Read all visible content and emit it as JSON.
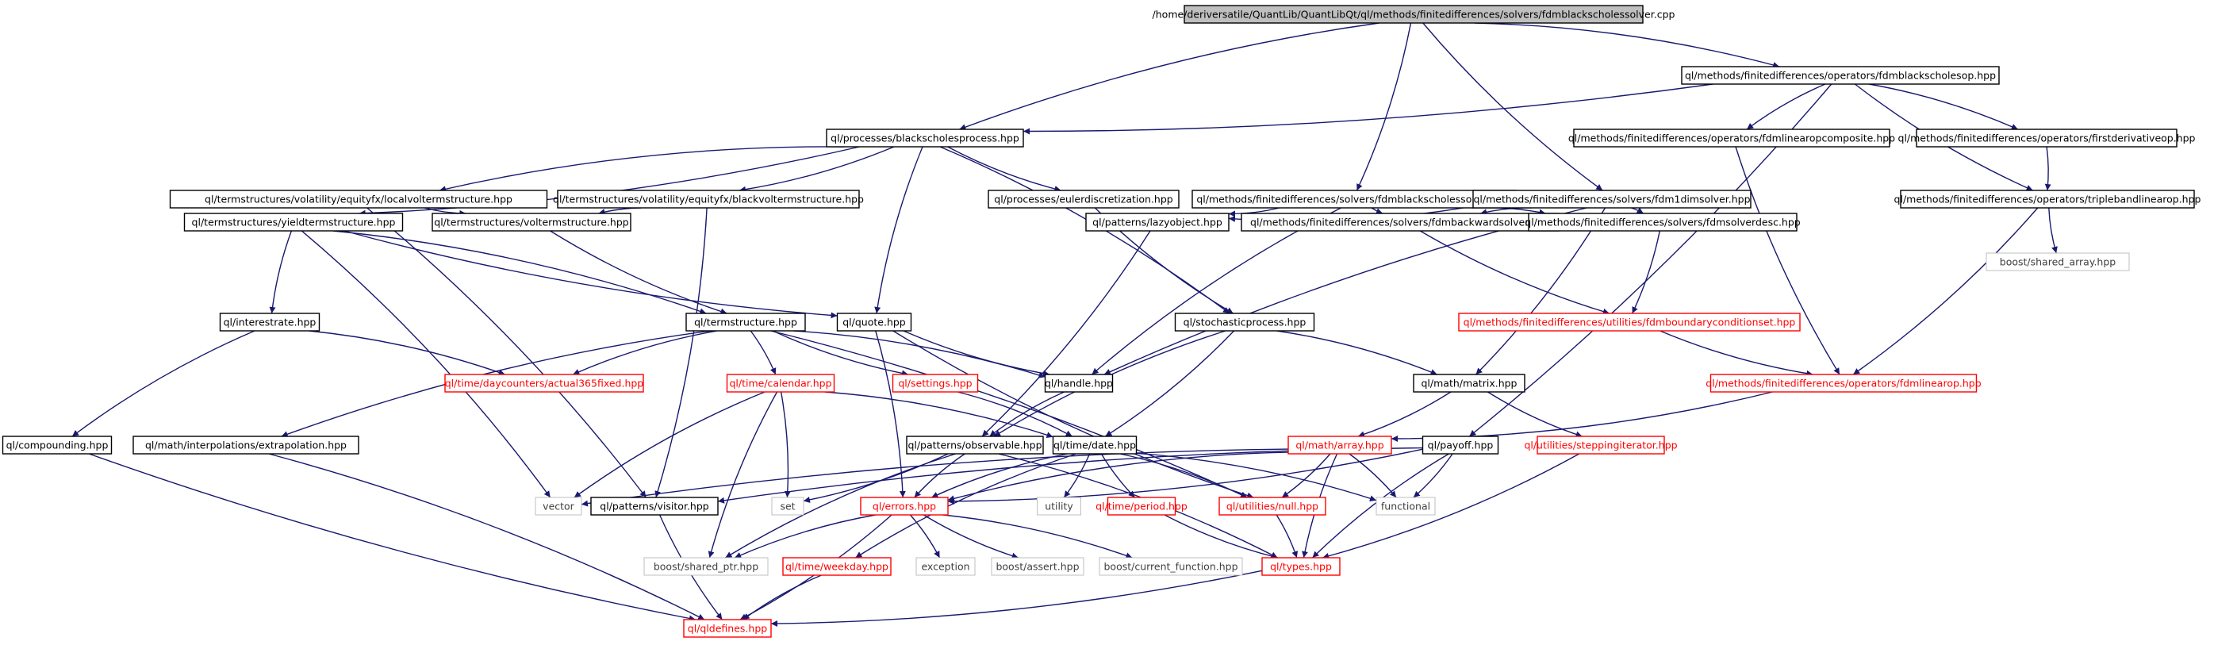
{
  "colors": {
    "edge": "#191970",
    "doc_border": "#000000",
    "incomplete_border": "#ff0000",
    "external_border": "#bfbfbf",
    "root_fill": "#bfbfbf"
  },
  "nodes": [
    {
      "id": "root",
      "label": "/home/deriversatile/QuantLib/QuantLibQt/ql/methods/finitedifferences/solvers/fdmblackscholessolver.cpp",
      "kind": "root"
    },
    {
      "id": "fdmbsop",
      "label": "ql/methods/finitedifferences/operators/fdmblackscholesop.hpp",
      "kind": "doc"
    },
    {
      "id": "bsproc",
      "label": "ql/processes/blackscholesprocess.hpp",
      "kind": "doc"
    },
    {
      "id": "fdmlinopcomp",
      "label": "ql/methods/finitedifferences/operators/fdmlinearopcomposite.hpp",
      "kind": "doc"
    },
    {
      "id": "firstderiv",
      "label": "ql/methods/finitedifferences/operators/firstderivativeop.hpp",
      "kind": "doc"
    },
    {
      "id": "localvol",
      "label": "ql/termstructures/volatility/equityfx/localvoltermstructure.hpp",
      "kind": "doc"
    },
    {
      "id": "blackvol",
      "label": "ql/termstructures/volatility/equityfx/blackvoltermstructure.hpp",
      "kind": "doc"
    },
    {
      "id": "euler",
      "label": "ql/processes/eulerdiscretization.hpp",
      "kind": "doc"
    },
    {
      "id": "fdmbssolver",
      "label": "ql/methods/finitedifferences/solvers/fdmblackscholessolver.hpp",
      "kind": "doc"
    },
    {
      "id": "fdm1d",
      "label": "ql/methods/finitedifferences/solvers/fdm1dimsolver.hpp",
      "kind": "doc"
    },
    {
      "id": "triband",
      "label": "ql/methods/finitedifferences/operators/triplebandlinearop.hpp",
      "kind": "doc"
    },
    {
      "id": "yieldts",
      "label": "ql/termstructures/yieldtermstructure.hpp",
      "kind": "doc"
    },
    {
      "id": "volts",
      "label": "ql/termstructures/voltermstructure.hpp",
      "kind": "doc"
    },
    {
      "id": "lazy",
      "label": "ql/patterns/lazyobject.hpp",
      "kind": "doc"
    },
    {
      "id": "backward",
      "label": "ql/methods/finitedifferences/solvers/fdmbackwardsolver.hpp",
      "kind": "doc"
    },
    {
      "id": "solverdesc",
      "label": "ql/methods/finitedifferences/solvers/fdmsolverdesc.hpp",
      "kind": "doc"
    },
    {
      "id": "sharedarray",
      "label": "boost/shared_array.hpp",
      "kind": "ext"
    },
    {
      "id": "interestrate",
      "label": "ql/interestrate.hpp",
      "kind": "doc"
    },
    {
      "id": "termstruct",
      "label": "ql/termstructure.hpp",
      "kind": "doc"
    },
    {
      "id": "quote",
      "label": "ql/quote.hpp",
      "kind": "doc"
    },
    {
      "id": "stochproc",
      "label": "ql/stochasticprocess.hpp",
      "kind": "doc"
    },
    {
      "id": "bcset",
      "label": "ql/methods/finitedifferences/utilities/fdmboundaryconditionset.hpp",
      "kind": "red"
    },
    {
      "id": "act365",
      "label": "ql/time/daycounters/actual365fixed.hpp",
      "kind": "red"
    },
    {
      "id": "calendar",
      "label": "ql/time/calendar.hpp",
      "kind": "red"
    },
    {
      "id": "settings",
      "label": "ql/settings.hpp",
      "kind": "red"
    },
    {
      "id": "handle",
      "label": "ql/handle.hpp",
      "kind": "doc"
    },
    {
      "id": "matrix",
      "label": "ql/math/matrix.hpp",
      "kind": "doc"
    },
    {
      "id": "fdmlinop",
      "label": "ql/methods/finitedifferences/operators/fdmlinearop.hpp",
      "kind": "red"
    },
    {
      "id": "compounding",
      "label": "ql/compounding.hpp",
      "kind": "doc"
    },
    {
      "id": "extrap",
      "label": "ql/math/interpolations/extrapolation.hpp",
      "kind": "doc"
    },
    {
      "id": "observable",
      "label": "ql/patterns/observable.hpp",
      "kind": "doc"
    },
    {
      "id": "date",
      "label": "ql/time/date.hpp",
      "kind": "doc"
    },
    {
      "id": "array",
      "label": "ql/math/array.hpp",
      "kind": "red"
    },
    {
      "id": "payoff",
      "label": "ql/payoff.hpp",
      "kind": "doc"
    },
    {
      "id": "stepiter",
      "label": "ql/utilities/steppingiterator.hpp",
      "kind": "red"
    },
    {
      "id": "vector",
      "label": "vector",
      "kind": "ext"
    },
    {
      "id": "visitor",
      "label": "ql/patterns/visitor.hpp",
      "kind": "doc"
    },
    {
      "id": "set",
      "label": "set",
      "kind": "ext"
    },
    {
      "id": "errors",
      "label": "ql/errors.hpp",
      "kind": "red"
    },
    {
      "id": "utility",
      "label": "utility",
      "kind": "ext"
    },
    {
      "id": "period",
      "label": "ql/time/period.hpp",
      "kind": "red"
    },
    {
      "id": "null",
      "label": "ql/utilities/null.hpp",
      "kind": "red"
    },
    {
      "id": "functional",
      "label": "functional",
      "kind": "ext"
    },
    {
      "id": "sharedptr",
      "label": "boost/shared_ptr.hpp",
      "kind": "ext"
    },
    {
      "id": "weekday",
      "label": "ql/time/weekday.hpp",
      "kind": "red"
    },
    {
      "id": "exception",
      "label": "exception",
      "kind": "ext"
    },
    {
      "id": "assert",
      "label": "boost/assert.hpp",
      "kind": "ext"
    },
    {
      "id": "curfunc",
      "label": "boost/current_function.hpp",
      "kind": "ext"
    },
    {
      "id": "types",
      "label": "ql/types.hpp",
      "kind": "red"
    },
    {
      "id": "qldefines",
      "label": "ql/qldefines.hpp",
      "kind": "red"
    }
  ],
  "edges": [
    [
      "root",
      "fdmbsop"
    ],
    [
      "root",
      "bsproc"
    ],
    [
      "root",
      "fdmbssolver"
    ],
    [
      "root",
      "fdm1d"
    ],
    [
      "fdmbsop",
      "bsproc"
    ],
    [
      "fdmbsop",
      "fdmlinopcomp"
    ],
    [
      "fdmbsop",
      "firstderiv"
    ],
    [
      "fdmbsop",
      "triband"
    ],
    [
      "fdmbsop",
      "payoff"
    ],
    [
      "bsproc",
      "localvol"
    ],
    [
      "bsproc",
      "blackvol"
    ],
    [
      "bsproc",
      "euler"
    ],
    [
      "bsproc",
      "yieldts"
    ],
    [
      "bsproc",
      "quote"
    ],
    [
      "bsproc",
      "stochproc"
    ],
    [
      "fdmlinopcomp",
      "fdmlinop"
    ],
    [
      "firstderiv",
      "triband"
    ],
    [
      "localvol",
      "volts"
    ],
    [
      "localvol",
      "visitor"
    ],
    [
      "blackvol",
      "volts"
    ],
    [
      "blackvol",
      "visitor"
    ],
    [
      "euler",
      "stochproc"
    ],
    [
      "fdmbssolver",
      "lazy"
    ],
    [
      "fdmbssolver",
      "backward"
    ],
    [
      "fdmbssolver",
      "solverdesc"
    ],
    [
      "fdmbssolver",
      "handle"
    ],
    [
      "fdm1d",
      "lazy"
    ],
    [
      "fdm1d",
      "backward"
    ],
    [
      "fdm1d",
      "solverdesc"
    ],
    [
      "fdm1d",
      "handle"
    ],
    [
      "fdm1d",
      "matrix"
    ],
    [
      "triband",
      "sharedarray"
    ],
    [
      "triband",
      "fdmlinop"
    ],
    [
      "yieldts",
      "interestrate"
    ],
    [
      "yieldts",
      "termstruct"
    ],
    [
      "yieldts",
      "quote"
    ],
    [
      "yieldts",
      "vector"
    ],
    [
      "volts",
      "termstruct"
    ],
    [
      "lazy",
      "observable"
    ],
    [
      "backward",
      "bcset"
    ],
    [
      "solverdesc",
      "bcset"
    ],
    [
      "interestrate",
      "compounding"
    ],
    [
      "interestrate",
      "act365"
    ],
    [
      "termstruct",
      "act365"
    ],
    [
      "termstruct",
      "calendar"
    ],
    [
      "termstruct",
      "settings"
    ],
    [
      "termstruct",
      "handle"
    ],
    [
      "termstruct",
      "extrap"
    ],
    [
      "termstruct",
      "null"
    ],
    [
      "quote",
      "handle"
    ],
    [
      "quote",
      "errors"
    ],
    [
      "quote",
      "null"
    ],
    [
      "stochproc",
      "matrix"
    ],
    [
      "stochproc",
      "observable"
    ],
    [
      "stochproc",
      "date"
    ],
    [
      "bcset",
      "fdmlinop"
    ],
    [
      "calendar",
      "date"
    ],
    [
      "calendar",
      "vector"
    ],
    [
      "calendar",
      "set"
    ],
    [
      "calendar",
      "sharedptr"
    ],
    [
      "settings",
      "date"
    ],
    [
      "handle",
      "observable"
    ],
    [
      "matrix",
      "array"
    ],
    [
      "matrix",
      "stepiter"
    ],
    [
      "fdmlinop",
      "array"
    ],
    [
      "compounding",
      "qldefines"
    ],
    [
      "extrap",
      "qldefines"
    ],
    [
      "observable",
      "errors"
    ],
    [
      "observable",
      "set"
    ],
    [
      "observable",
      "sharedptr"
    ],
    [
      "observable",
      "types"
    ],
    [
      "date",
      "errors"
    ],
    [
      "date",
      "utility"
    ],
    [
      "date",
      "period"
    ],
    [
      "date",
      "null"
    ],
    [
      "date",
      "weekday"
    ],
    [
      "date",
      "functional"
    ],
    [
      "array",
      "errors"
    ],
    [
      "array",
      "null"
    ],
    [
      "array",
      "types"
    ],
    [
      "array",
      "functional"
    ],
    [
      "array",
      "vector"
    ],
    [
      "payoff",
      "errors"
    ],
    [
      "payoff",
      "visitor"
    ],
    [
      "payoff",
      "functional"
    ],
    [
      "payoff",
      "types"
    ],
    [
      "stepiter",
      "types"
    ],
    [
      "visitor",
      "qldefines"
    ],
    [
      "errors",
      "exception"
    ],
    [
      "errors",
      "assert"
    ],
    [
      "errors",
      "curfunc"
    ],
    [
      "errors",
      "sharedptr"
    ],
    [
      "errors",
      "qldefines"
    ],
    [
      "period",
      "types"
    ],
    [
      "null",
      "types"
    ],
    [
      "weekday",
      "qldefines"
    ],
    [
      "types",
      "qldefines"
    ]
  ]
}
